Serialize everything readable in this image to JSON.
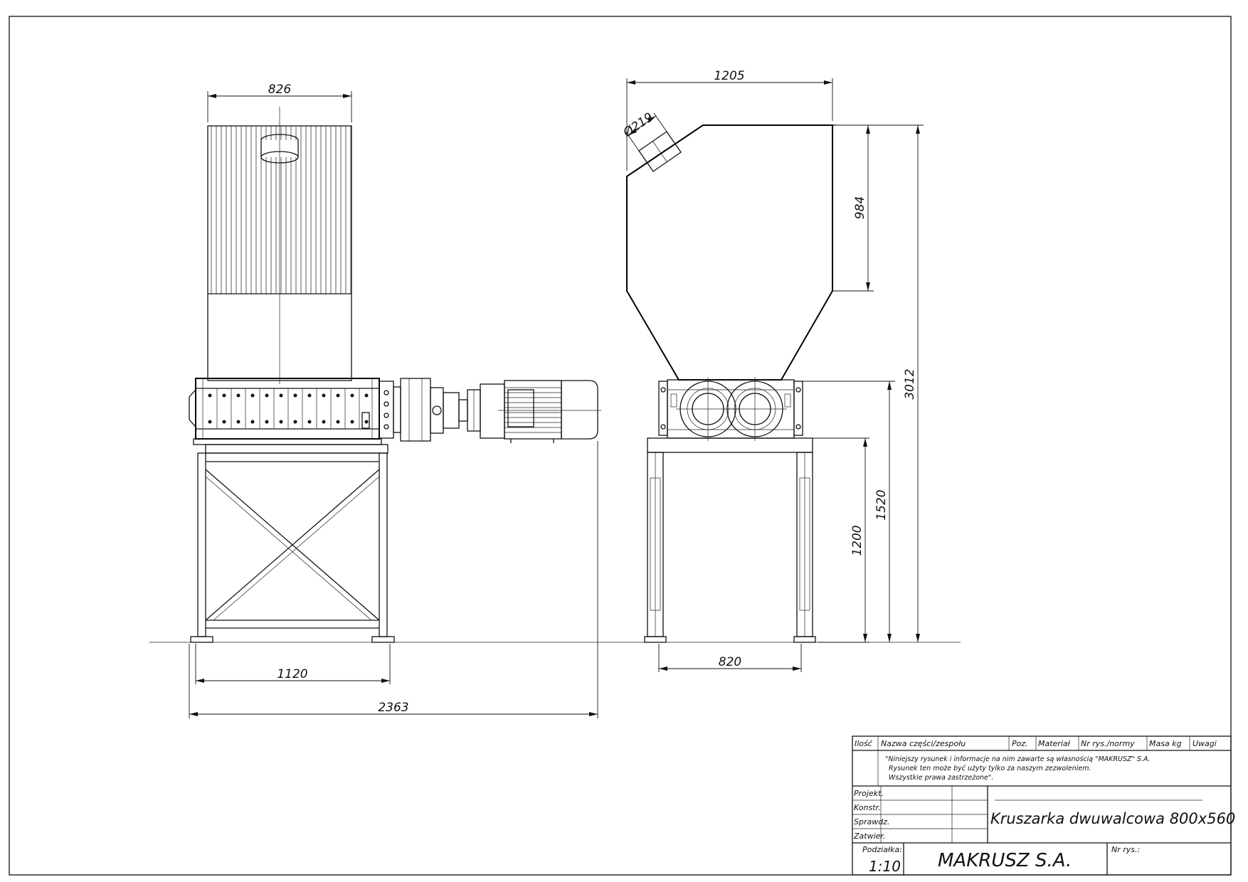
{
  "drawing": {
    "dimensions": {
      "hopper_top_width": "826",
      "side_total_width": "1205",
      "inlet_diameter": "Ø219",
      "hopper_height": "984",
      "total_height": "3012",
      "frame_top_height": "1520",
      "frame_height": "1200",
      "frame_width": "1120",
      "total_length": "2363",
      "leg_spacing": "820"
    }
  },
  "title_block": {
    "headers": {
      "qty": "Ilość",
      "part_name": "Nazwa części/zespołu",
      "pos": "Poz.",
      "material": "Materiał",
      "drawing_no": "Nr rys./normy",
      "mass": "Masa kg",
      "notes": "Uwagi"
    },
    "notice": [
      "\"Niniejszy rysunek i informacje na nim zawarte są własnością \"MAKRUSZ\" S.A.",
      "Rysunek ten może być użyty tylko za naszym zezwoleniem.",
      "Wszystkie prawa zastrzeżone\"."
    ],
    "roles": [
      "Projekt.",
      "Konstr.",
      "Sprawdz.",
      "Zatwier."
    ],
    "title": "Kruszarka dwuwalcowa 800x560",
    "scale_label": "Podziałka:",
    "scale_value": "1:10",
    "company": "MAKRUSZ S.A.",
    "drawing_no_label": "Nr rys.:"
  }
}
